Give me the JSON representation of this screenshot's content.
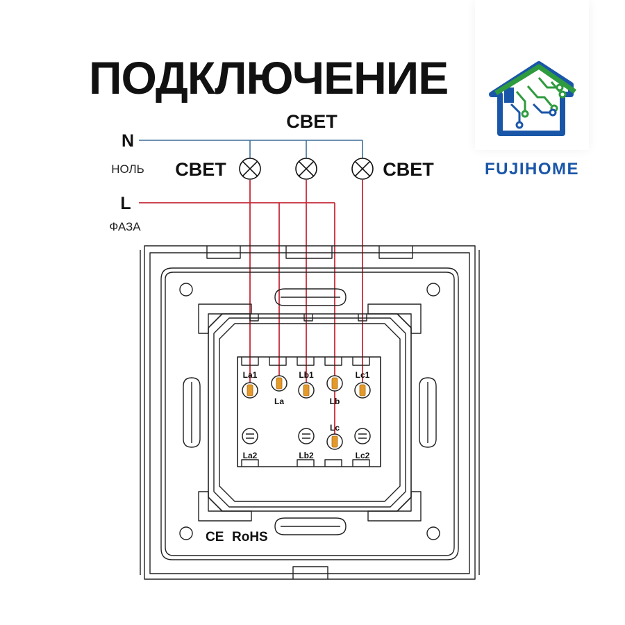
{
  "title": "ПОДКЛЮЧЕНИЕ",
  "brand": {
    "name": "FUJIHOME",
    "colors": {
      "house": "#1a56a8",
      "circuit": "#2e9b3e"
    }
  },
  "wiring": {
    "neutral": {
      "letter": "N",
      "name": "НОЛЬ",
      "color": "#3f6f9a"
    },
    "phase": {
      "letter": "L",
      "name": "ФАЗА",
      "color": "#c62a38"
    },
    "lamps": {
      "top_label": "СВЕТ",
      "left_label": "СВЕТ",
      "right_label": "СВЕТ"
    }
  },
  "terminals": {
    "la1": "La1",
    "la": "La",
    "lb1": "Lb1",
    "lb": "Lb",
    "lc1": "Lc1",
    "lc": "Lc",
    "la2": "La2",
    "lb2": "Lb2",
    "lc2": "Lc2"
  },
  "marks": {
    "ce": "CE",
    "rohs": "RoHS"
  }
}
